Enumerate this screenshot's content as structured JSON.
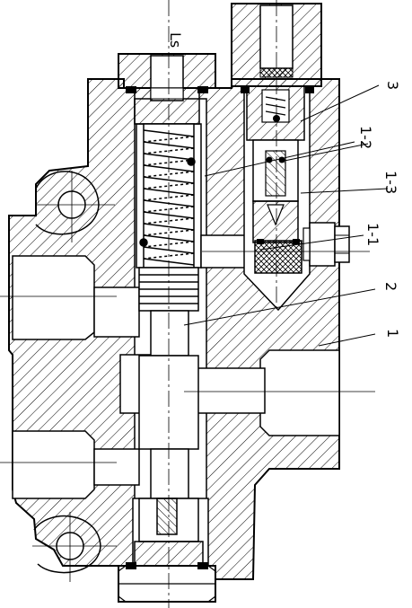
{
  "figure": {
    "label_ls": "Ls",
    "callouts": [
      {
        "id": "c3",
        "text": "3"
      },
      {
        "id": "c12",
        "text": "1-2"
      },
      {
        "id": "c13",
        "text": "1-3"
      },
      {
        "id": "c11",
        "text": "1-1"
      },
      {
        "id": "c2",
        "text": "2"
      },
      {
        "id": "c1",
        "text": "1"
      }
    ]
  }
}
